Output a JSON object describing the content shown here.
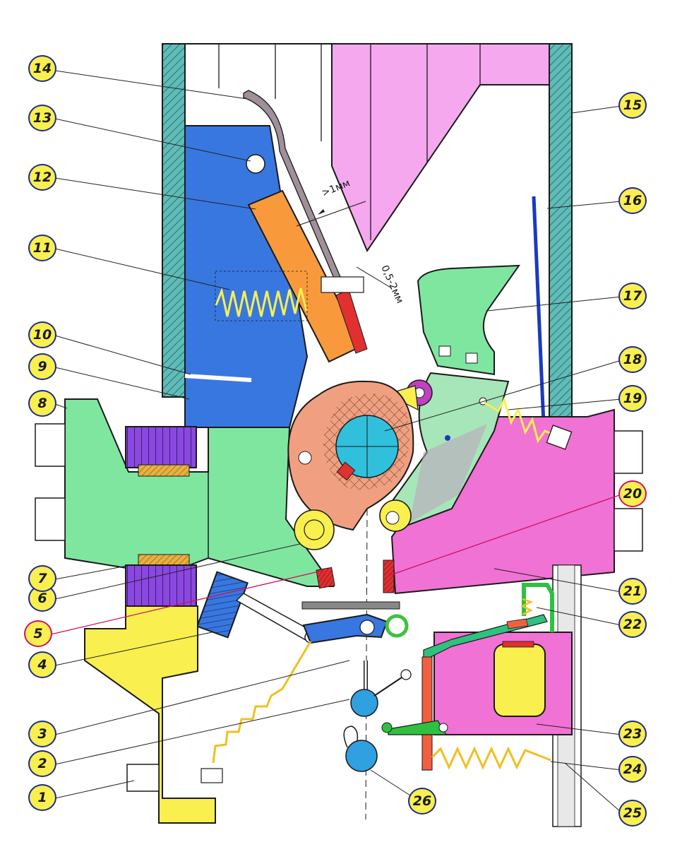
{
  "colors": {
    "yellow": "#f9ef4f",
    "pink": "#f5a8ee",
    "blue": "#3877e0",
    "green": "#7fe6a0",
    "light_green": "#a6e6b8",
    "magenta": "#f072d4",
    "orange": "#f89a3c",
    "salmon": "#f0a080",
    "purple": "#8a48e0",
    "cyan": "#30c0dc",
    "teal_hatch": "#3fa6a3",
    "red": "#e03030",
    "gray": "#9aa0a4"
  },
  "callouts": [
    {
      "id": "1",
      "label": "1"
    },
    {
      "id": "2",
      "label": "2"
    },
    {
      "id": "3",
      "label": "3"
    },
    {
      "id": "4",
      "label": "4"
    },
    {
      "id": "5",
      "label": "5"
    },
    {
      "id": "6",
      "label": "6"
    },
    {
      "id": "7",
      "label": "7"
    },
    {
      "id": "8",
      "label": "8"
    },
    {
      "id": "9",
      "label": "9"
    },
    {
      "id": "10",
      "label": "10"
    },
    {
      "id": "11",
      "label": "11"
    },
    {
      "id": "12",
      "label": "12"
    },
    {
      "id": "13",
      "label": "13"
    },
    {
      "id": "14",
      "label": "14"
    },
    {
      "id": "15",
      "label": "15"
    },
    {
      "id": "16",
      "label": "16"
    },
    {
      "id": "17",
      "label": "17"
    },
    {
      "id": "18",
      "label": "18"
    },
    {
      "id": "19",
      "label": "19"
    },
    {
      "id": "20",
      "label": "20"
    },
    {
      "id": "21",
      "label": "21"
    },
    {
      "id": "22",
      "label": "22"
    },
    {
      "id": "23",
      "label": "23"
    },
    {
      "id": "24",
      "label": "24"
    },
    {
      "id": "25",
      "label": "25"
    },
    {
      "id": "26",
      "label": "26"
    }
  ],
  "dimensions": {
    "gap_label": ">1мм",
    "clearance_label": "0,5-2мм"
  }
}
